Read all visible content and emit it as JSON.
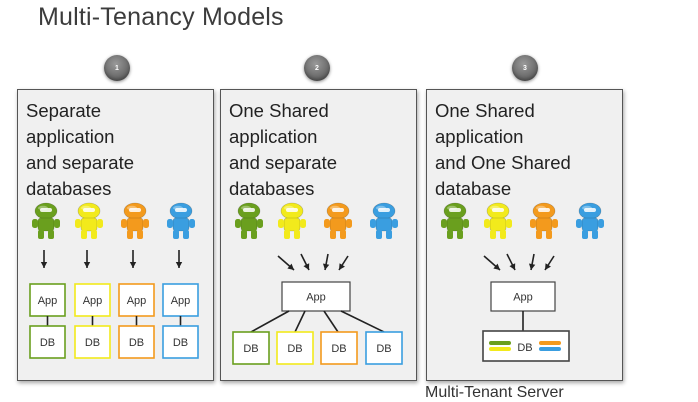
{
  "title": "Multi-Tenancy Models",
  "models": [
    {
      "number": "1",
      "label": "Separate\napplication\nand separate\ndatabases",
      "app_label": "App",
      "db_label": "DB"
    },
    {
      "number": "2",
      "label": "One Shared\napplication\nand separate\ndatabases",
      "app_label": "App",
      "db_label": "DB"
    },
    {
      "number": "3",
      "label": "One Shared\napplication\nand One Shared\ndatabase",
      "app_label": "App",
      "db_label": "DB"
    }
  ],
  "footer": "Multi-Tenant Server",
  "tenant_colors": [
    "#6a9f1e",
    "#f2ea1c",
    "#f39a1d",
    "#3a9ee0"
  ]
}
